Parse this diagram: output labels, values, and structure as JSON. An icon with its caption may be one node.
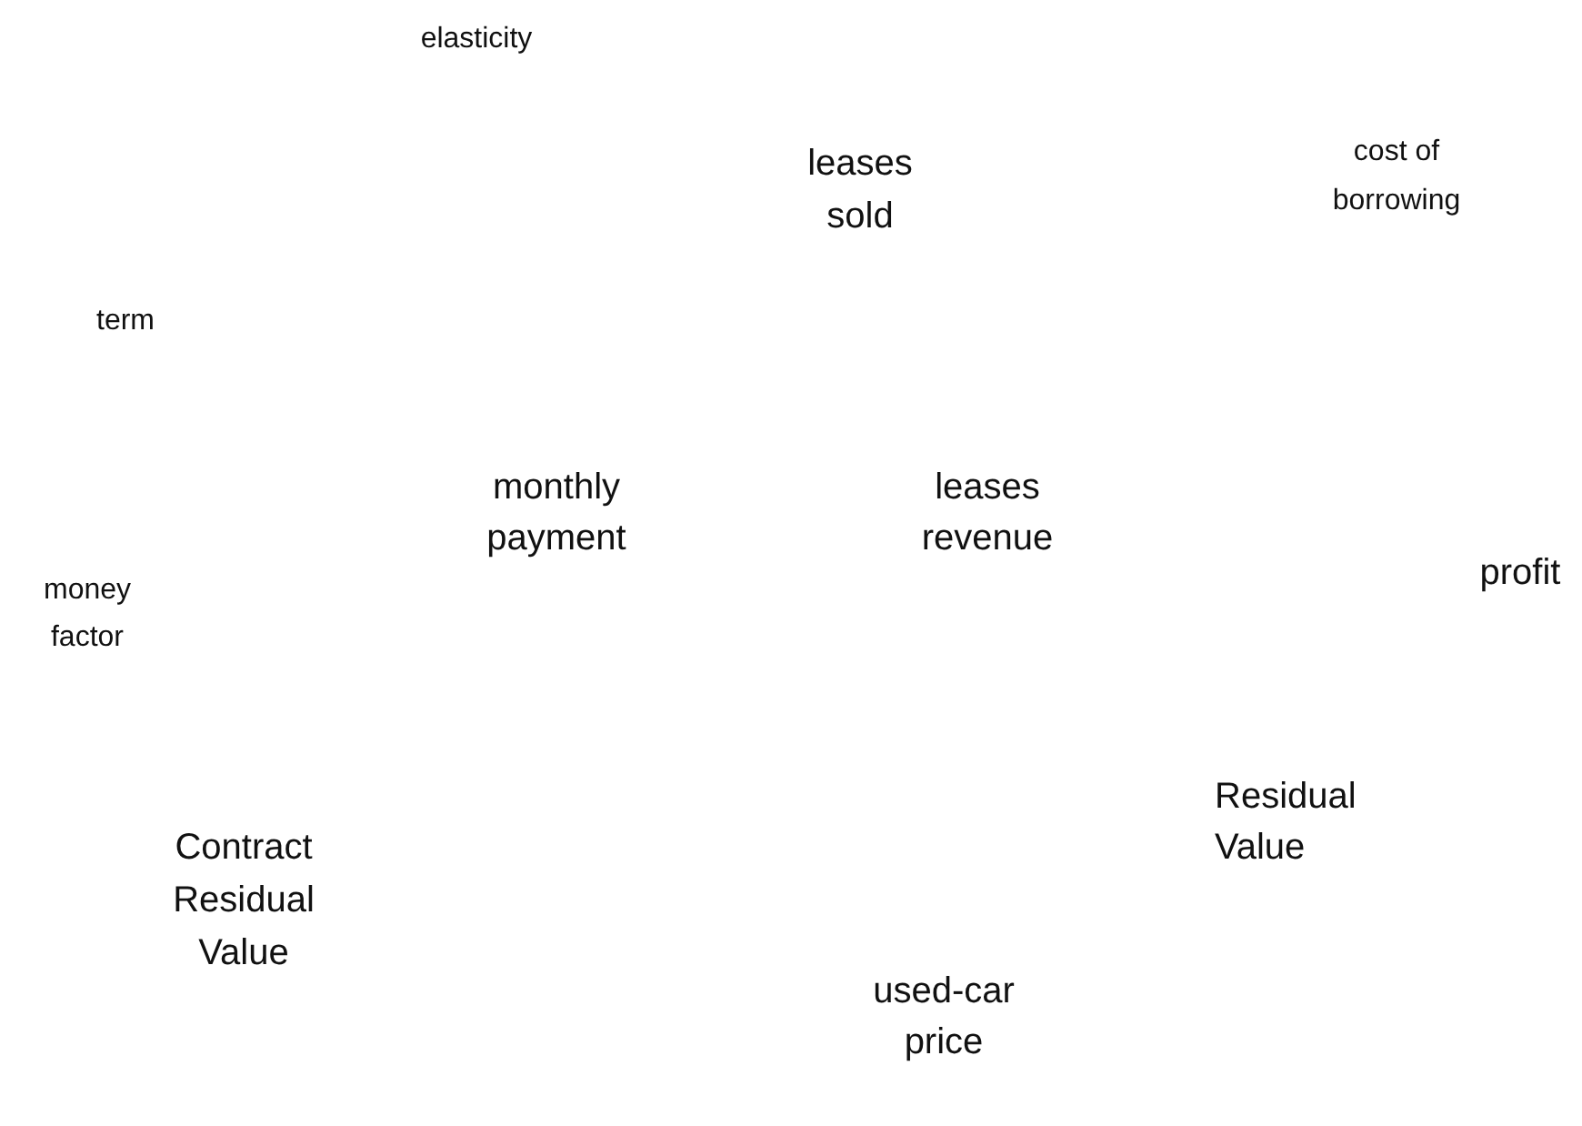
{
  "diagram": {
    "labels": [
      "elasticity",
      "cost of borrowing",
      "leases sold",
      "term",
      "monthly payment",
      "leases revenue",
      "profit",
      "money factor",
      "Residual Value",
      "Contract Residual Value",
      "used-car price"
    ]
  }
}
